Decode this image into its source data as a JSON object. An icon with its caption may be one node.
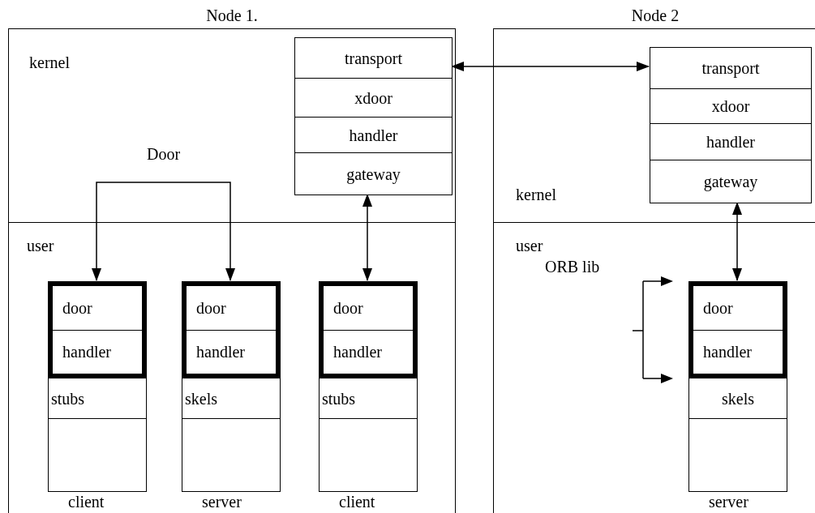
{
  "diagram": {
    "nodes": [
      {
        "text": [
          "Node 1."
        ]
      },
      {
        "text": [
          "transport"
        ],
        "in": 0
      },
      {
        "text": [
          "xdoor"
        ],
        "in": 0
      },
      {
        "text": [
          "handler"
        ],
        "in": 0
      },
      {
        "text": [
          "gateway"
        ],
        "in": 0
      },
      {
        "text": [
          "door",
          "handler"
        ],
        "in": 0
      },
      {
        "text": [
          "stubs"
        ],
        "in": 0
      },
      {
        "text": [],
        "shape": "box",
        "beside": [
          "client"
        ],
        "in": 0
      },
      {
        "text": [
          "door",
          "handler"
        ],
        "in": 0
      },
      {
        "text": [
          "skels"
        ],
        "in": 0
      },
      {
        "text": [],
        "shape": "box",
        "beside": [
          "server"
        ],
        "in": 0
      },
      {
        "text": [
          "door",
          "handler"
        ],
        "in": 0
      },
      {
        "text": [
          "stubs"
        ],
        "in": 0
      },
      {
        "text": [],
        "shape": "box",
        "beside": [
          "client"
        ],
        "in": 0
      },
      {
        "text": [
          "Node 2"
        ]
      },
      {
        "text": [
          "transport"
        ],
        "in": 14
      },
      {
        "text": [
          "xdoor"
        ],
        "in": 14
      },
      {
        "text": [
          "handler"
        ],
        "in": 14
      },
      {
        "text": [
          "gateway"
        ],
        "in": 14
      },
      {
        "text": [
          "door",
          "handler"
        ],
        "in": 14
      },
      {
        "text": [
          "skels"
        ],
        "in": 14
      },
      {
        "text": [],
        "shape": "box",
        "beside": [
          "server"
        ],
        "in": 14
      }
    ],
    "edges": [
      {
        "from": 1,
        "to": 15,
        "arrow": "both"
      },
      {
        "from": 4,
        "to": 11,
        "arrow": "both"
      },
      {
        "from": 5,
        "to": 8,
        "arrow": "both",
        "label": "Door"
      },
      {
        "from": 18,
        "to": 19,
        "arrow": "both"
      }
    ],
    "labels": [
      "kernel",
      "user",
      "kernel",
      "user",
      "ORB lib"
    ]
  }
}
